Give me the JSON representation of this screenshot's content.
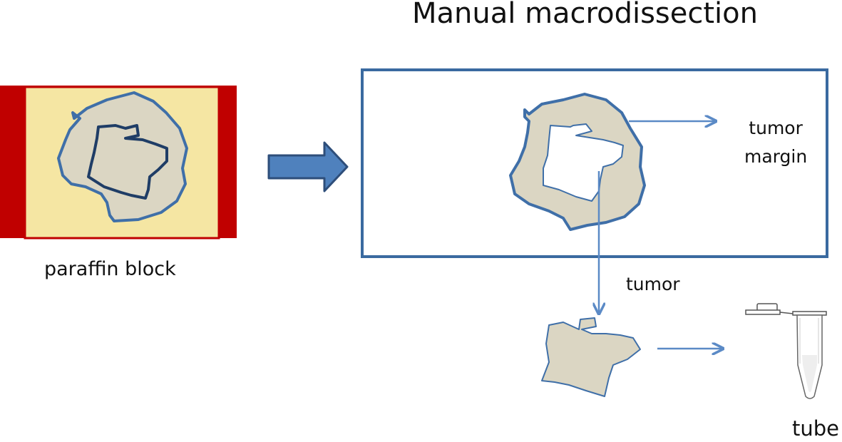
{
  "diagram": {
    "title": "Manual macrodissection",
    "labels": {
      "paraffin_block": "paraffin block",
      "tumor_margin_line1": "tumor",
      "tumor_margin_line2": "margin",
      "tumor": "tumor",
      "tube": "tube"
    }
  },
  "colors": {
    "paraffin_fill": "#f5e6a3",
    "paraffin_frame": "#c00000",
    "tissue_fill": "#dbd6c3",
    "tissue_outline": "#3f6fa8",
    "section_frame": "#3a6aa0",
    "arrow": "#5b8ac6",
    "big_arrow_fill": "#4f81bd",
    "big_arrow_stroke": "#2e4e7a"
  }
}
